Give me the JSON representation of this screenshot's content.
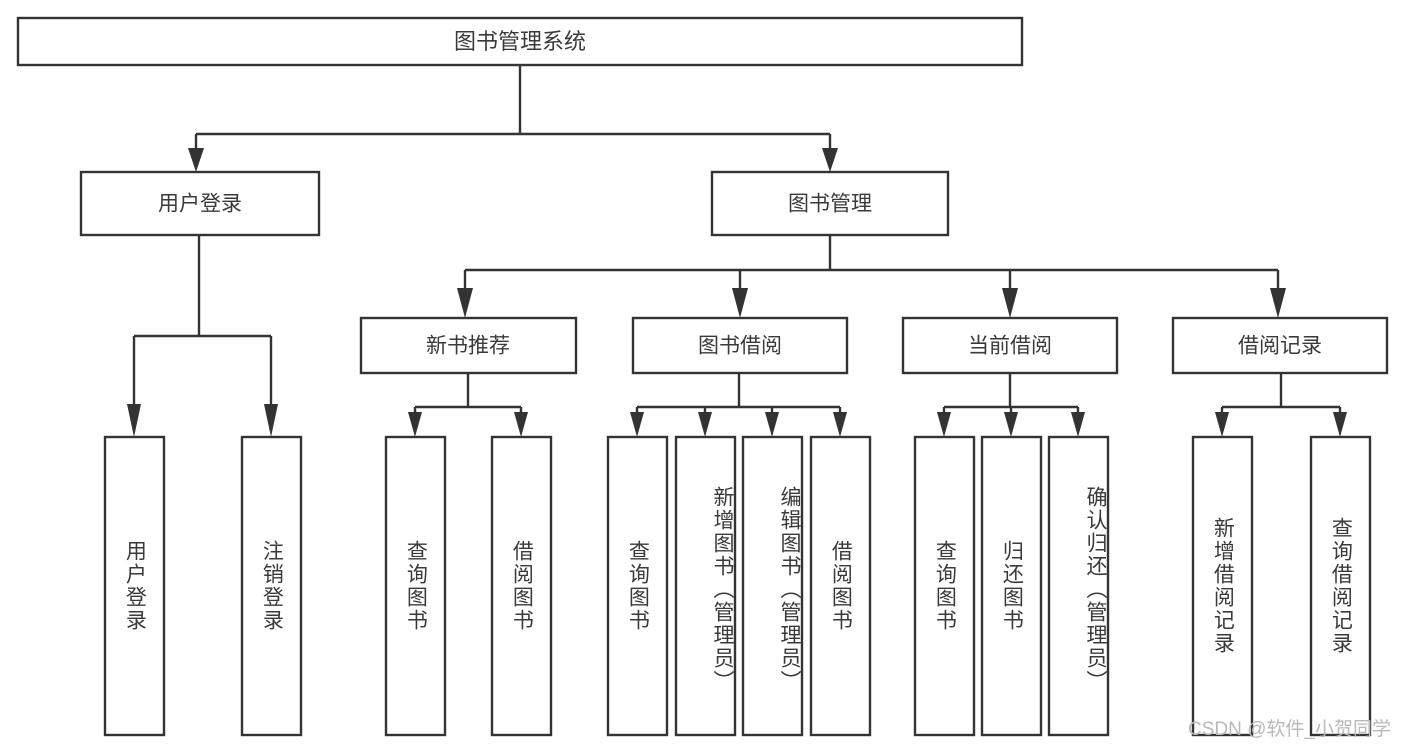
{
  "diagram": {
    "type": "tree-hierarchy",
    "title": "图书管理系统",
    "orientation": "top-down",
    "colors": {
      "box_stroke": "#333333",
      "box_fill": "#ffffff",
      "text": "#3a3a3a",
      "background": "#ffffff",
      "watermark": "#b9b9b9"
    }
  },
  "root": {
    "label": "图书管理系统"
  },
  "level2": [
    {
      "label": "用户登录"
    },
    {
      "label": "图书管理"
    }
  ],
  "level3": [
    {
      "label": "新书推荐"
    },
    {
      "label": "图书借阅"
    },
    {
      "label": "当前借阅"
    },
    {
      "label": "借阅记录"
    }
  ],
  "leaves": {
    "user_login": [
      {
        "label": "用户登录"
      },
      {
        "label": "注销登录"
      }
    ],
    "new_book_recommend": [
      {
        "label": "查询图书"
      },
      {
        "label": "借阅图书"
      }
    ],
    "book_borrow": [
      {
        "label": "查询图书"
      },
      {
        "label": "新增图书（管理员）"
      },
      {
        "label": "编辑图书（管理员）"
      },
      {
        "label": "借阅图书"
      }
    ],
    "current_borrow": [
      {
        "label": "查询图书"
      },
      {
        "label": "归还图书"
      },
      {
        "label": "确认归还（管理员）"
      }
    ],
    "borrow_record": [
      {
        "label": "新增借阅记录"
      },
      {
        "label": "查询借阅记录"
      }
    ]
  },
  "watermark": {
    "text": "CSDN @软件_小贺同学"
  }
}
